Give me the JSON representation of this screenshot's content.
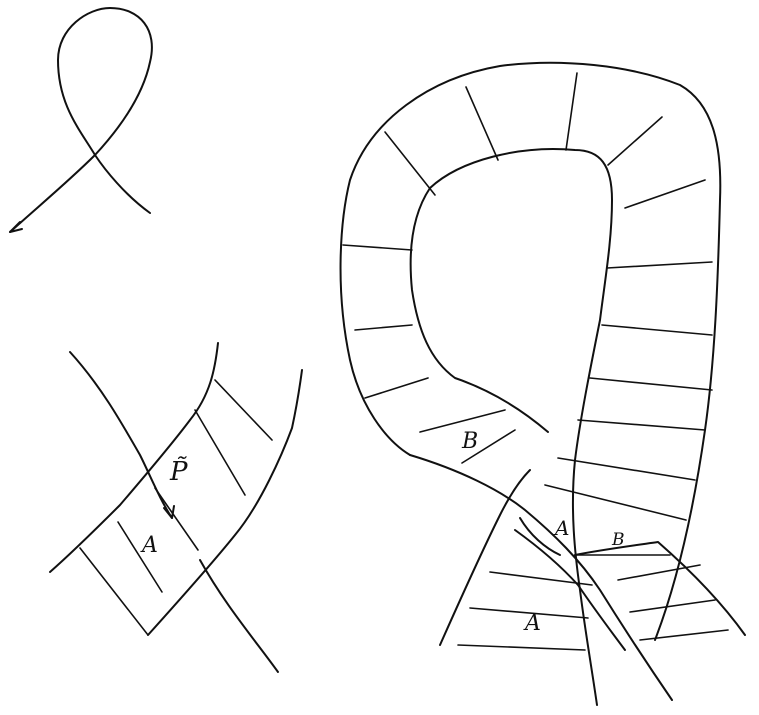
{
  "labels": {
    "p_tilde": "P̃",
    "left_a": "A",
    "right_b_upper": "B",
    "right_a_mid": "A",
    "right_b_mid": "B",
    "right_a_lower": "A"
  },
  "colors": {
    "ink": "#111111",
    "background": "#ffffff"
  }
}
